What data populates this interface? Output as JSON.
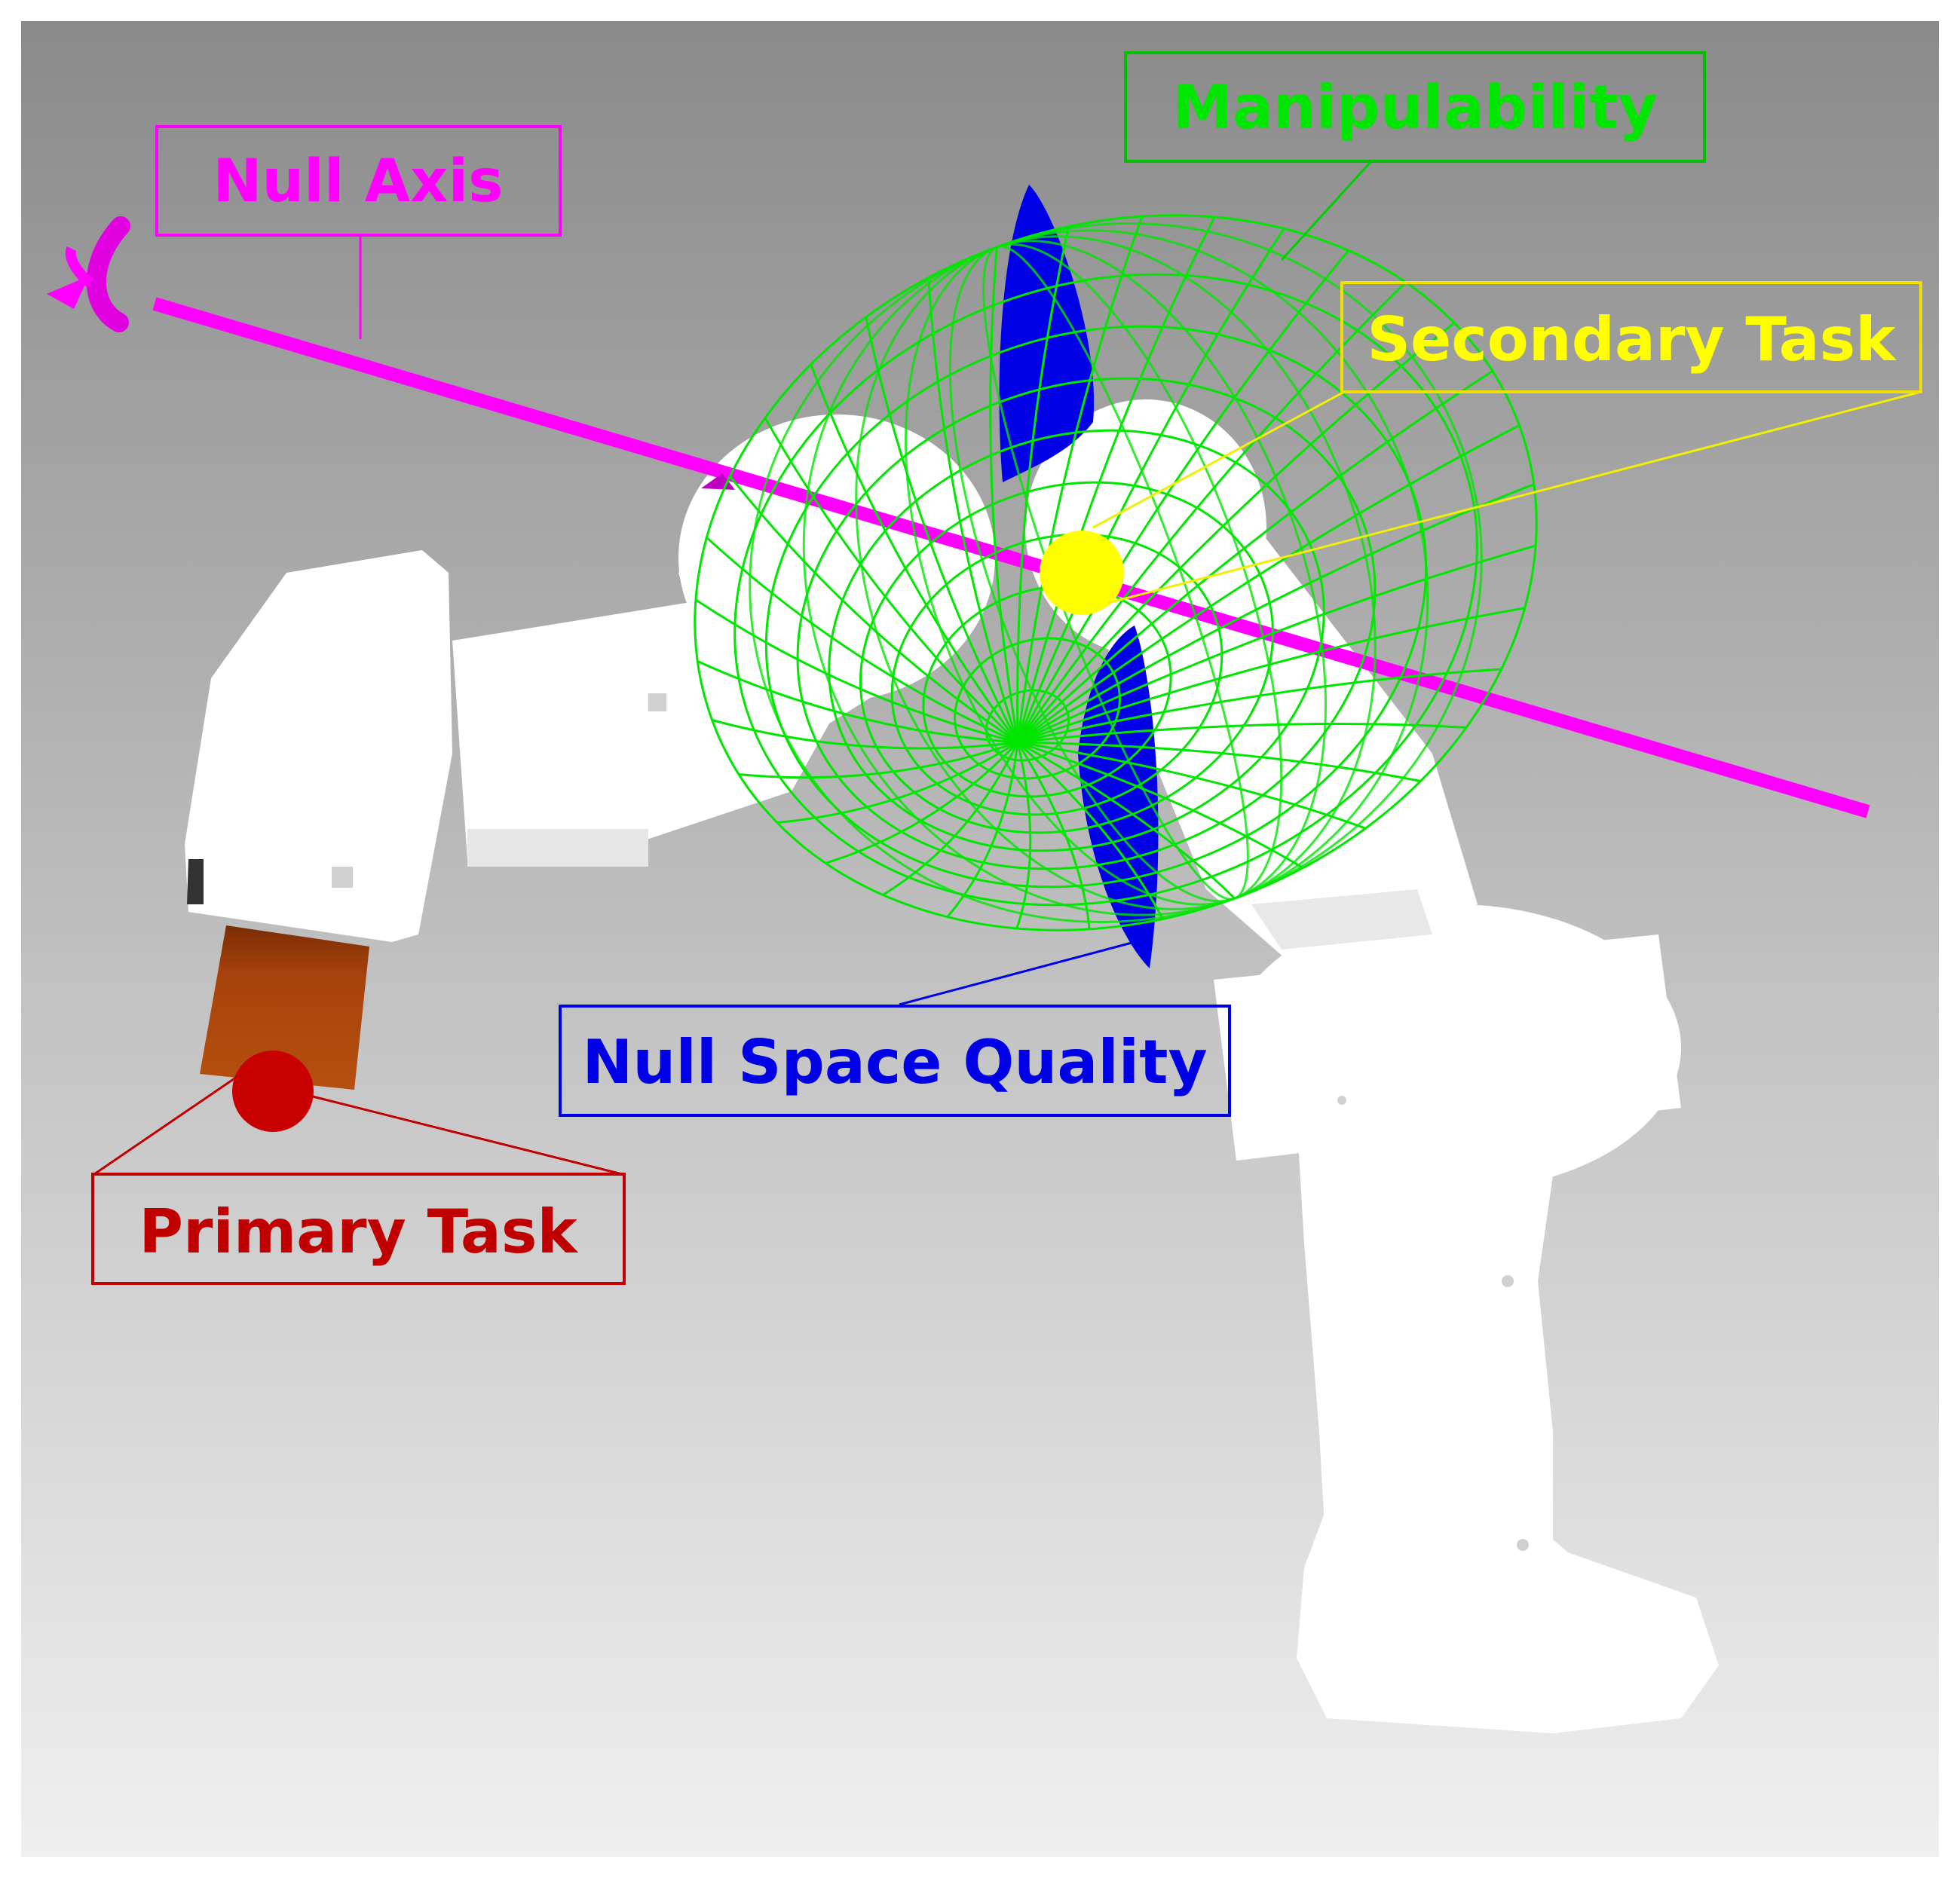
{
  "labels": {
    "null_axis": "Null Axis",
    "manipulability": "Manipulability",
    "secondary_task": "Secondary Task",
    "null_space_quality": "Null Space Quality",
    "primary_task": "Primary Task"
  },
  "colors": {
    "null_axis": "#ff00ff",
    "manipulability": "#00e600",
    "secondary_task": "#ffff00",
    "null_space_quality": "#0000e6",
    "primary_task": "#c00000",
    "end_effector": "#a0400a",
    "robot_body": "#ffffff",
    "background_top": "#8c8c8c",
    "background_bottom": "#ececec"
  },
  "icons": {
    "rotation": "rotation-arrow-icon"
  }
}
